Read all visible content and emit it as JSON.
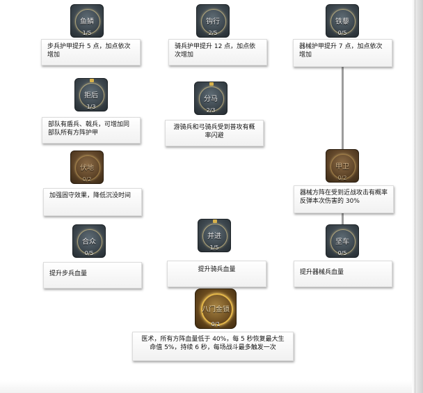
{
  "nodes": [
    {
      "id": "yulin",
      "name": "鱼鳞",
      "count": "1/5",
      "state": "active",
      "description": "步兵护甲提升 5 点，加点依次增加"
    },
    {
      "id": "gouxing",
      "name": "钩行",
      "count": "2/5",
      "state": "active",
      "description": "骑兵护甲提升 12 点，加点依次增加"
    },
    {
      "id": "tieli",
      "name": "铁藜",
      "count": "0/5",
      "state": "active",
      "description": "器械护甲提升 7 点，加点依次增加"
    },
    {
      "id": "juhou",
      "name": "拒后",
      "count": "1/3",
      "state": "active",
      "description": "部队有盾兵、戟兵，可增加同部队所有方阵护甲"
    },
    {
      "id": "fenma",
      "name": "分马",
      "count": "2/3",
      "state": "active",
      "description": "游骑兵和弓骑兵受到普攻有概率闪避"
    },
    {
      "id": "fudi",
      "name": "伏地",
      "count": "0/2",
      "state": "locked",
      "description": "加强固守效果，降低沉没时间"
    },
    {
      "id": "jiawei",
      "name": "甲卫",
      "count": "0/2",
      "state": "locked",
      "description": "器械方阵在受到近战攻击有概率反弹本次伤害的 30%"
    },
    {
      "id": "hezhong",
      "name": "合众",
      "count": "0/5",
      "state": "active",
      "description": "提升步兵血量"
    },
    {
      "id": "bingjin",
      "name": "并进",
      "count": "1/5",
      "state": "active",
      "description": "提升骑兵血量"
    },
    {
      "id": "jianche",
      "name": "坚车",
      "count": "0/5",
      "state": "active",
      "description": "提升器械兵血量"
    },
    {
      "id": "bamen",
      "name": "八门金锁",
      "count": "0/1",
      "state": "ultimate",
      "description": "医术，所有方阵血量低于 40%，每 5 秒恢复最大生命值 5%，持续 6 秒，每场战斗最多触发一次"
    }
  ]
}
